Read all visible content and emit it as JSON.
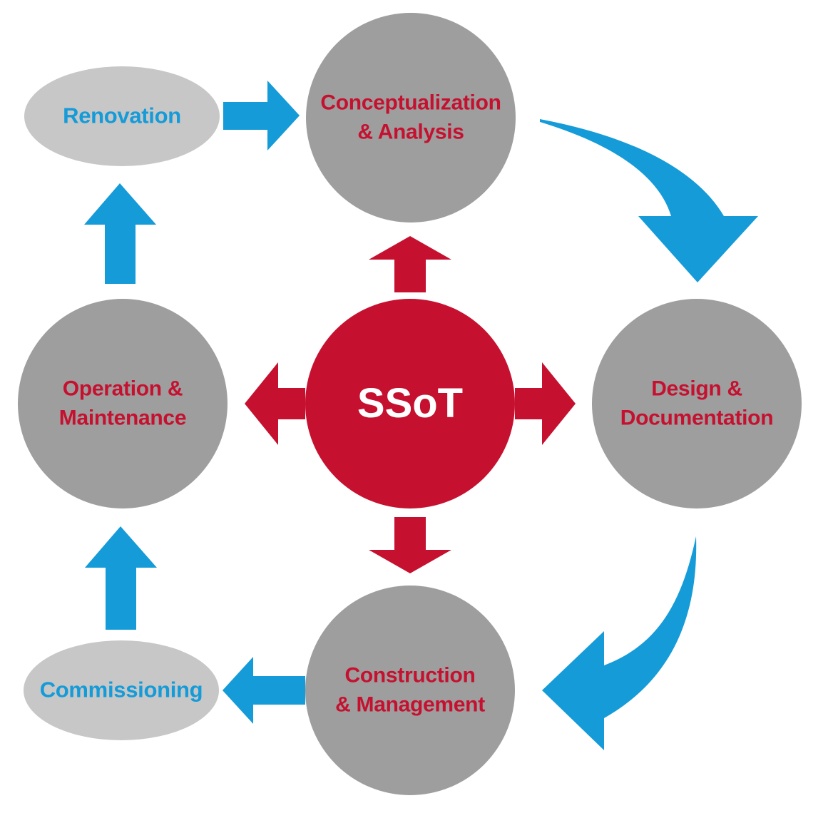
{
  "title": "SSoT building lifecycle diagram",
  "colors": {
    "red": "#c5112f",
    "blue": "#149bd8",
    "gray": "#9e9e9e",
    "light_gray": "#c7c7c7",
    "white": "#ffffff",
    "background": "#ffffff"
  },
  "center": {
    "label": "SSoT"
  },
  "nodes": {
    "conceptualization": {
      "label": "Conceptualization\n& Analysis",
      "shape": "circle"
    },
    "design": {
      "label": "Design &\nDocumentation",
      "shape": "circle"
    },
    "construction": {
      "label": "Construction\n& Management",
      "shape": "circle"
    },
    "operation": {
      "label": "Operation &\nMaintenance",
      "shape": "circle"
    },
    "renovation": {
      "label": "Renovation",
      "shape": "ellipse"
    },
    "commissioning": {
      "label": "Commissioning",
      "shape": "ellipse"
    }
  },
  "connections": {
    "ssot_to_conceptualization": "red-up-arrow",
    "ssot_to_design": "red-right-arrow",
    "ssot_to_construction": "red-down-arrow",
    "ssot_to_operation": "red-left-arrow",
    "renovation_to_conceptualization": "blue-right-arrow",
    "conceptualization_to_design": "blue-curved-down-arrow",
    "design_to_construction": "blue-curved-left-arrow",
    "construction_to_commissioning": "blue-left-arrow",
    "commissioning_to_operation": "blue-up-arrow",
    "operation_to_renovation": "blue-up-arrow"
  }
}
